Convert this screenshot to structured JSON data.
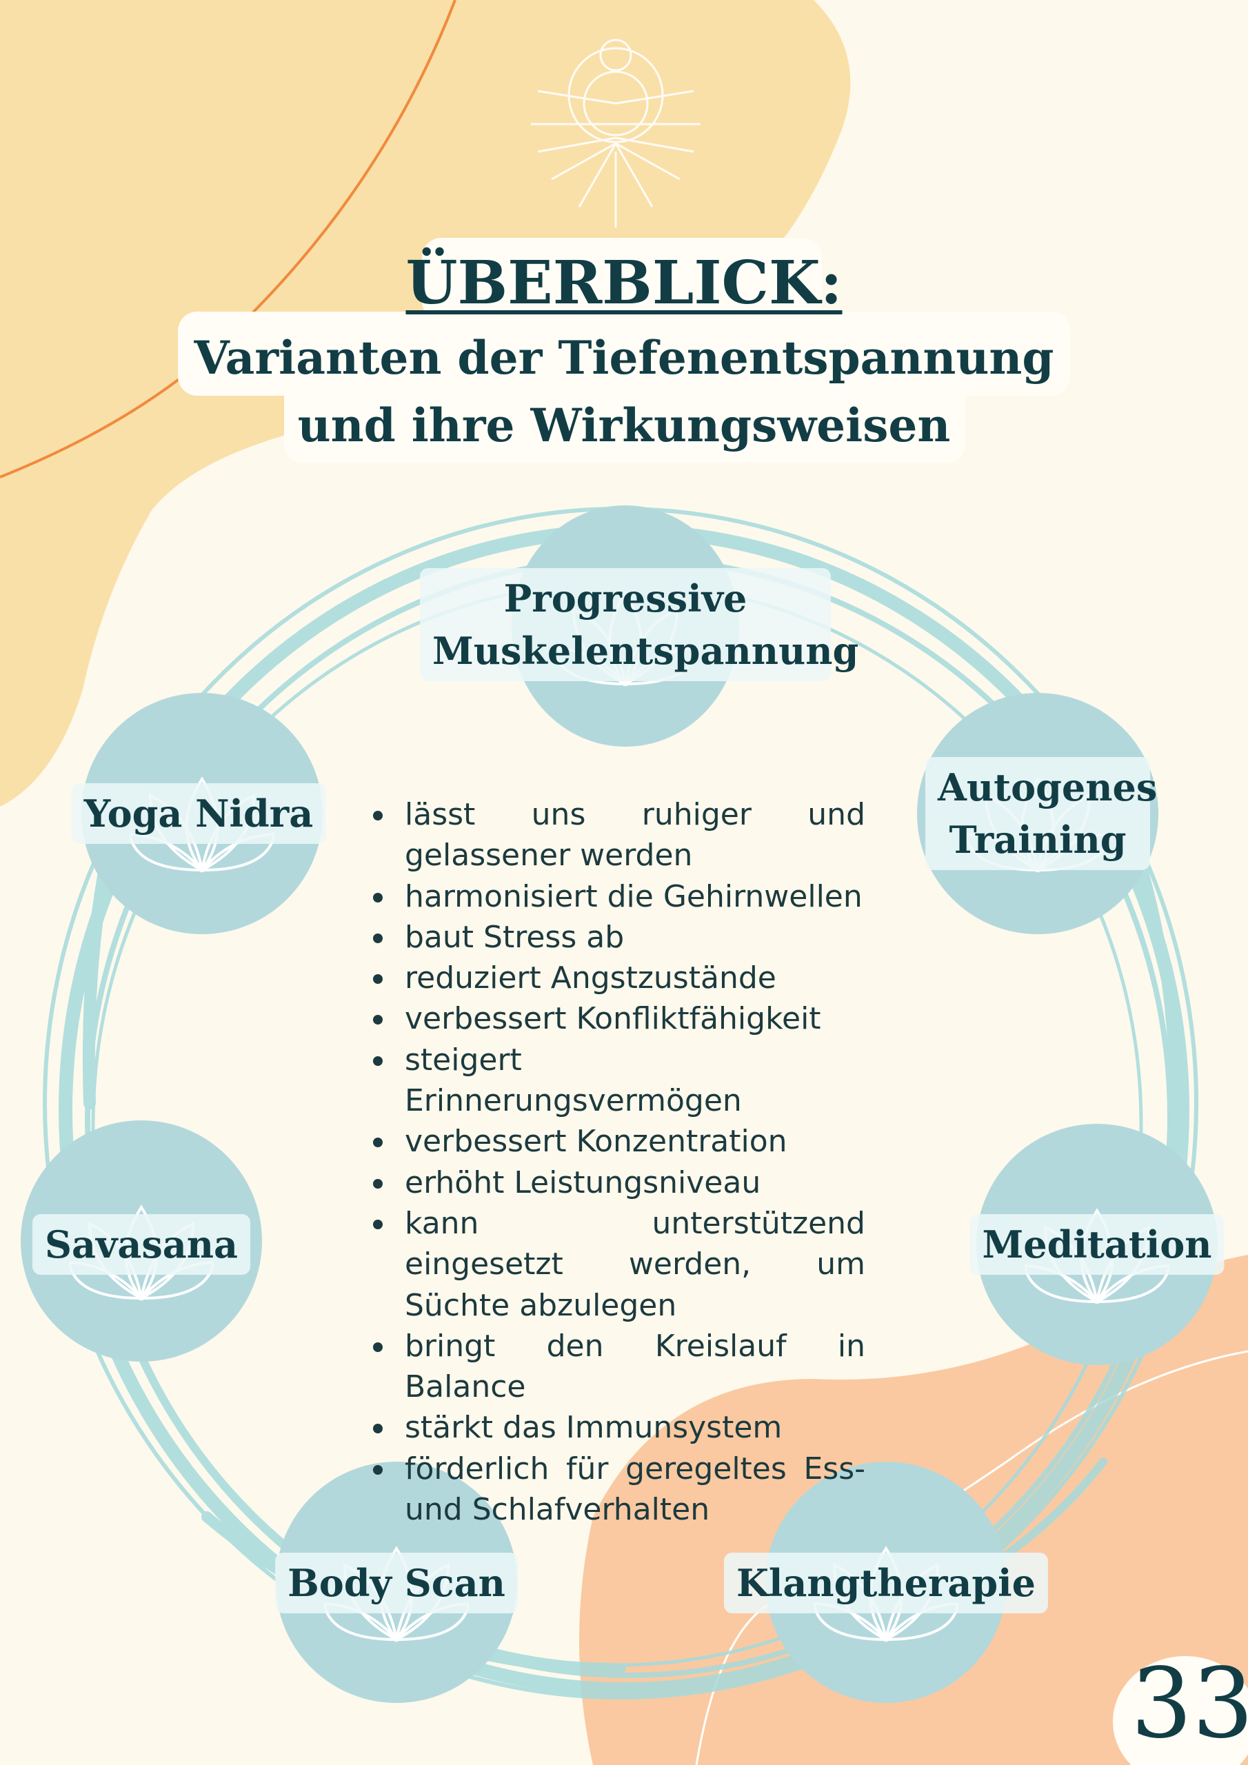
{
  "title": "ÜBERBLICK:",
  "subtitle_lines": [
    "Varianten der Tiefenentspannung",
    "und ihre Wirkungsweisen"
  ],
  "methods": [
    {
      "label": "Progressive Muskelentspannung"
    },
    {
      "label": "Autogenes Training"
    },
    {
      "label": "Meditation"
    },
    {
      "label": "Klangtherapie"
    },
    {
      "label": "Body Scan"
    },
    {
      "label": "Savasana"
    },
    {
      "label": "Yoga Nidra"
    }
  ],
  "benefits": [
    "lässt uns ruhiger und gelassener werden",
    "harmonisiert die Gehirnwellen",
    "baut Stress ab",
    "reduziert Angstzustände",
    "verbessert Konfliktfähigkeit",
    "steigert Erinnerungsvermögen",
    "verbessert Konzentration",
    "erhöht Leistungsniveau",
    "kann unterstützend eingesetzt werden, um Süchte abzulegen",
    "bringt den Kreislauf in Balance",
    "stärkt das Immunsystem",
    "förderlich für geregeltes Ess- und Schlafverhalten"
  ],
  "page_number": "33",
  "icons": {
    "top_decoration": "crescent-moon-sun-icon",
    "node_icon": "lotus-icon"
  },
  "colors": {
    "background": "#fdf9ec",
    "blob_yellow": "#f9e0a8",
    "blob_peach": "#fac9a1",
    "accent_orange": "#f08a3e",
    "teal_circle": "#b2d8dc",
    "ring_stroke": "#a6dadc",
    "text_dark": "#123d45"
  }
}
